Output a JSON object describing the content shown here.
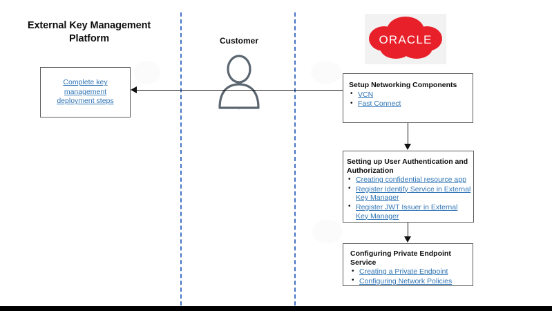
{
  "diagram": {
    "type": "flowchart",
    "platform_title": "External Key Management Platform",
    "customer_label": "Customer",
    "accent_link_color": "#2E74B5",
    "lane_divider_color": "#4472C4",
    "oracle_logo": {
      "wordmark": "ORACLE",
      "cloud_color": "#E8202A",
      "text_color": "#FFFFFF",
      "backdrop_color": "#F2F2F2"
    },
    "boxes": {
      "complete_key": {
        "link_text": "Complete key management deployment steps"
      },
      "networking": {
        "title": "Setup Networking Components",
        "items": [
          "VCN",
          "Fast Connect"
        ]
      },
      "auth": {
        "title": "Setting up User Authentication and Authorization",
        "items": [
          "Creating confidential resource app",
          "Register Identify Service in External Key Manager",
          "Register JWT Issuer in External Key Manager"
        ]
      },
      "endpoint": {
        "title": "Configuring Private Endpoint Service",
        "items": [
          "Creating a Private Endpoint",
          "Configuring Network Policies"
        ]
      }
    },
    "icons": {
      "actor": "person-icon",
      "cloud": "oracle-cloud-icon"
    }
  }
}
